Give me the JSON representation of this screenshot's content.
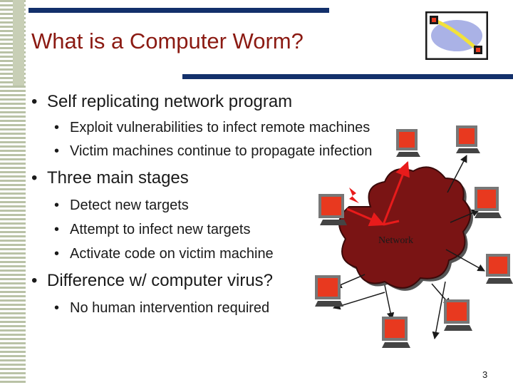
{
  "slide": {
    "title": "What is a Computer Worm?",
    "bullets": [
      {
        "text": "Self replicating network program",
        "sub": [
          "Exploit vulnerabilities to infect remote machines",
          "Victim machines continue to propagate infection"
        ]
      },
      {
        "text": "Three main stages",
        "sub": [
          "Detect new targets",
          "Attempt to infect new targets",
          "Activate code on victim machine"
        ]
      },
      {
        "text": "Difference w/ computer virus?",
        "sub": [
          "No human intervention required"
        ]
      }
    ],
    "bullet_glyph": "•",
    "diagram": {
      "network_label": "Network"
    },
    "page_number": "3"
  },
  "colors": {
    "title": "#8b1a12",
    "bars": "#13306b",
    "cloud": "#7a1414",
    "computer": "#e8391f",
    "attack": "#e81b1b"
  }
}
